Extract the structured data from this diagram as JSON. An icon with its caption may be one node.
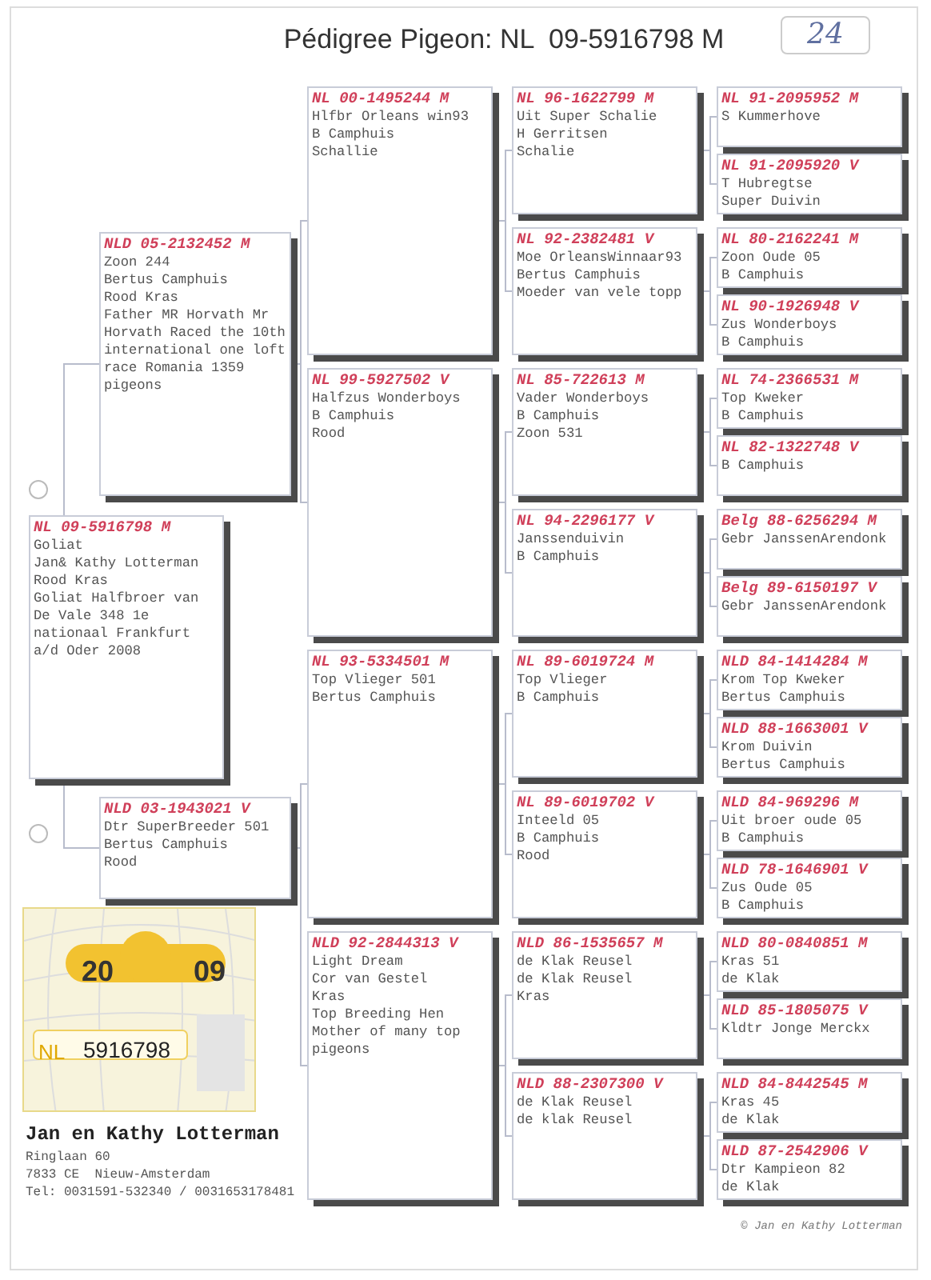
{
  "diagram": {
    "title": "Pédigree Pigeon: NL  09-5916798 M",
    "nodes": [
      {
        "text": [
          "NL 09-5916798 M",
          "Goliat",
          "Jan& Kathy Lotterman",
          "Rood Kras",
          "Goliat Halfbroer van De Vale 348 1e nationaal Frankfurt a/d Oder 2008"
        ]
      },
      {
        "text": [
          "NLD 05-2132452 M",
          "Zoon 244",
          "Bertus Camphuis",
          "Rood Kras",
          "Father MR Horvath Mr Horvath Raced the 10th international one loft race Romania 1359 pigeons"
        ]
      },
      {
        "text": [
          "NLD 03-1943021 V",
          "Dtr SuperBreeder 501",
          "Bertus Camphuis",
          "Rood"
        ]
      },
      {
        "text": [
          "NL 00-1495244 M",
          "Hlfbr Orleans win93",
          "B Camphuis",
          "Schallie"
        ]
      },
      {
        "text": [
          "NL 99-5927502 V",
          "Halfzus Wonderboys",
          "B Camphuis",
          "Rood"
        ]
      },
      {
        "text": [
          "NL 93-5334501 M",
          "Top Vlieger 501",
          "Bertus Camphuis"
        ]
      },
      {
        "text": [
          "NLD 92-2844313 V",
          "Light Dream",
          "Cor van Gestel",
          "Kras",
          "Top Breeding Hen Mother of many top pigeons"
        ]
      },
      {
        "text": [
          "NL 96-1622799 M",
          "Uit Super Schalie",
          "H Gerritsen",
          "Schalie"
        ]
      },
      {
        "text": [
          "NL 92-2382481 V",
          "Moe OrleansWinnaar93",
          "Bertus Camphuis",
          "Moeder van vele topp"
        ]
      },
      {
        "text": [
          "NL 85-722613 M",
          "Vader Wonderboys",
          "B Camphuis",
          "Zoon 531"
        ]
      },
      {
        "text": [
          "NL 94-2296177 V",
          "Janssenduivin",
          "B Camphuis"
        ]
      },
      {
        "text": [
          "NL 89-6019724 M",
          "Top Vlieger",
          "B Camphuis"
        ]
      },
      {
        "text": [
          "NL 89-6019702 V",
          "Inteeld 05",
          "B Camphuis",
          "Rood"
        ]
      },
      {
        "text": [
          "NLD 86-1535657 M",
          "de Klak Reusel",
          "de Klak Reusel",
          "Kras"
        ]
      },
      {
        "text": [
          "NLD 88-2307300 V",
          "de Klak Reusel",
          "de klak Reusel"
        ]
      },
      {
        "text": [
          "NL 91-2095952 M",
          "S Kummerhove"
        ]
      },
      {
        "text": [
          "NL 91-2095920 V",
          "T Hubregtse",
          "Super Duivin"
        ]
      },
      {
        "text": [
          "NL 80-2162241 M",
          "Zoon Oude 05",
          "B Camphuis"
        ]
      },
      {
        "text": [
          "NL 90-1926948 V",
          "Zus Wonderboys",
          "B Camphuis"
        ]
      },
      {
        "text": [
          "NL 74-2366531 M",
          "Top Kweker",
          "B Camphuis"
        ]
      },
      {
        "text": [
          "NL 82-1322748 V",
          "B Camphuis"
        ]
      },
      {
        "text": [
          "Belg 88-6256294 M",
          "Gebr JanssenArendonk"
        ]
      },
      {
        "text": [
          "Belg 89-6150197 V",
          "Gebr JanssenArendonk"
        ]
      },
      {
        "text": [
          "NLD 84-1414284 M",
          "Krom Top Kweker",
          "Bertus Camphuis"
        ]
      },
      {
        "text": [
          "NLD 88-1663001 V",
          "Krom Duivin",
          "Bertus Camphuis"
        ]
      },
      {
        "text": [
          "NLD 84-969296 M",
          "Uit broer oude 05",
          "B Camphuis"
        ]
      },
      {
        "text": [
          "NLD 78-1646901 V",
          "Zus Oude 05",
          "B Camphuis"
        ]
      },
      {
        "text": [
          "NLD 80-0840851 M",
          "Kras 51",
          "de Klak"
        ]
      },
      {
        "text": [
          "NLD 85-1805075 V",
          "Kldtr Jonge Merckx"
        ]
      },
      {
        "text": [
          "NLD 84-8442545 M",
          "Kras 45",
          "de Klak"
        ]
      },
      {
        "text": [
          "NLD 87-2542906 V",
          "Dtr Kampieon 82",
          "de Klak"
        ]
      }
    ],
    "edges": [
      {
        "from": 0,
        "to": 1,
        "arrow": "none"
      },
      {
        "from": 0,
        "to": 2,
        "arrow": "none"
      },
      {
        "from": 1,
        "to": 3,
        "arrow": "none"
      },
      {
        "from": 1,
        "to": 4,
        "arrow": "none"
      },
      {
        "from": 2,
        "to": 5,
        "arrow": "none"
      },
      {
        "from": 2,
        "to": 6,
        "arrow": "none"
      },
      {
        "from": 3,
        "to": 7,
        "arrow": "none"
      },
      {
        "from": 3,
        "to": 8,
        "arrow": "none"
      },
      {
        "from": 4,
        "to": 9,
        "arrow": "none"
      },
      {
        "from": 4,
        "to": 10,
        "arrow": "none"
      },
      {
        "from": 5,
        "to": 11,
        "arrow": "none"
      },
      {
        "from": 5,
        "to": 12,
        "arrow": "none"
      },
      {
        "from": 6,
        "to": 13,
        "arrow": "none"
      },
      {
        "from": 6,
        "to": 14,
        "arrow": "none"
      },
      {
        "from": 7,
        "to": 15,
        "arrow": "none"
      },
      {
        "from": 7,
        "to": 16,
        "arrow": "none"
      },
      {
        "from": 8,
        "to": 17,
        "arrow": "none"
      },
      {
        "from": 8,
        "to": 18,
        "arrow": "none"
      },
      {
        "from": 9,
        "to": 19,
        "arrow": "none"
      },
      {
        "from": 9,
        "to": 20,
        "arrow": "none"
      },
      {
        "from": 10,
        "to": 21,
        "arrow": "none"
      },
      {
        "from": 10,
        "to": 22,
        "arrow": "none"
      },
      {
        "from": 11,
        "to": 23,
        "arrow": "none"
      },
      {
        "from": 11,
        "to": 24,
        "arrow": "none"
      },
      {
        "from": 12,
        "to": 25,
        "arrow": "none"
      },
      {
        "from": 12,
        "to": 26,
        "arrow": "none"
      },
      {
        "from": 13,
        "to": 27,
        "arrow": "none"
      },
      {
        "from": 13,
        "to": 28,
        "arrow": "none"
      },
      {
        "from": 14,
        "to": 29,
        "arrow": "none"
      },
      {
        "from": 14,
        "to": 30,
        "arrow": "none"
      }
    ],
    "labels": [
      "24",
      "20",
      "09",
      "NL",
      "5916798",
      "Jan en Kathy Lotterman",
      "Ringlaan 60",
      "7833 CE  Nieuw-Amsterdam",
      "Tel: 0031591-532340 / 0031653178481",
      "© Jan en Kathy Lotterman"
    ]
  }
}
